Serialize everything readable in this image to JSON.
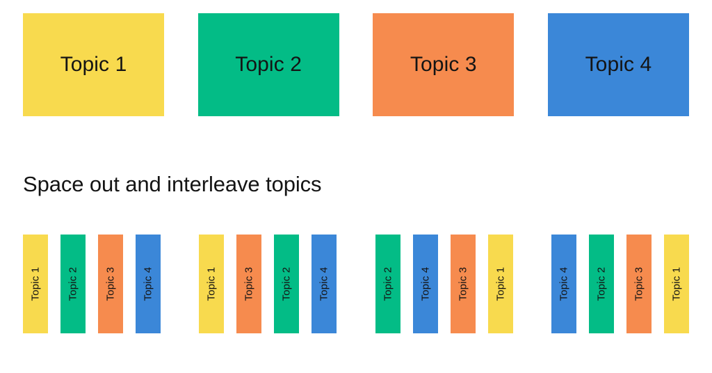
{
  "slide": {
    "background": "#ffffff",
    "heading": "Space out and interleave topics"
  },
  "palette": {
    "topic1": "#F8DA4E",
    "topic2": "#03BC86",
    "topic3": "#F68B4E",
    "topic4": "#3B87D8",
    "text": "#141414"
  },
  "topic_blocks": [
    {
      "label": "Topic 1",
      "color": "#F8DA4E",
      "key": "topic1"
    },
    {
      "label": "Topic 2",
      "color": "#03BC86",
      "key": "topic2"
    },
    {
      "label": "Topic 3",
      "color": "#F68B4E",
      "key": "topic3"
    },
    {
      "label": "Topic 4",
      "color": "#3B87D8",
      "key": "topic4"
    }
  ],
  "interleaved_groups": [
    {
      "name": "session-1",
      "bars": [
        {
          "label": "Topic 1",
          "color": "#F8DA4E",
          "key": "topic1"
        },
        {
          "label": "Topic 2",
          "color": "#03BC86",
          "key": "topic2"
        },
        {
          "label": "Topic 3",
          "color": "#F68B4E",
          "key": "topic3"
        },
        {
          "label": "Topic 4",
          "color": "#3B87D8",
          "key": "topic4"
        }
      ]
    },
    {
      "name": "session-2",
      "bars": [
        {
          "label": "Topic 1",
          "color": "#F8DA4E",
          "key": "topic1"
        },
        {
          "label": "Topic 3",
          "color": "#F68B4E",
          "key": "topic3"
        },
        {
          "label": "Topic 2",
          "color": "#03BC86",
          "key": "topic2"
        },
        {
          "label": "Topic 4",
          "color": "#3B87D8",
          "key": "topic4"
        }
      ]
    },
    {
      "name": "session-3",
      "bars": [
        {
          "label": "Topic 2",
          "color": "#03BC86",
          "key": "topic2"
        },
        {
          "label": "Topic 4",
          "color": "#3B87D8",
          "key": "topic4"
        },
        {
          "label": "Topic 3",
          "color": "#F68B4E",
          "key": "topic3"
        },
        {
          "label": "Topic 1",
          "color": "#F8DA4E",
          "key": "topic1"
        }
      ]
    },
    {
      "name": "session-4",
      "bars": [
        {
          "label": "Topic 4",
          "color": "#3B87D8",
          "key": "topic4"
        },
        {
          "label": "Topic 2",
          "color": "#03BC86",
          "key": "topic2"
        },
        {
          "label": "Topic 3",
          "color": "#F68B4E",
          "key": "topic3"
        },
        {
          "label": "Topic 1",
          "color": "#F8DA4E",
          "key": "topic1"
        }
      ]
    }
  ]
}
